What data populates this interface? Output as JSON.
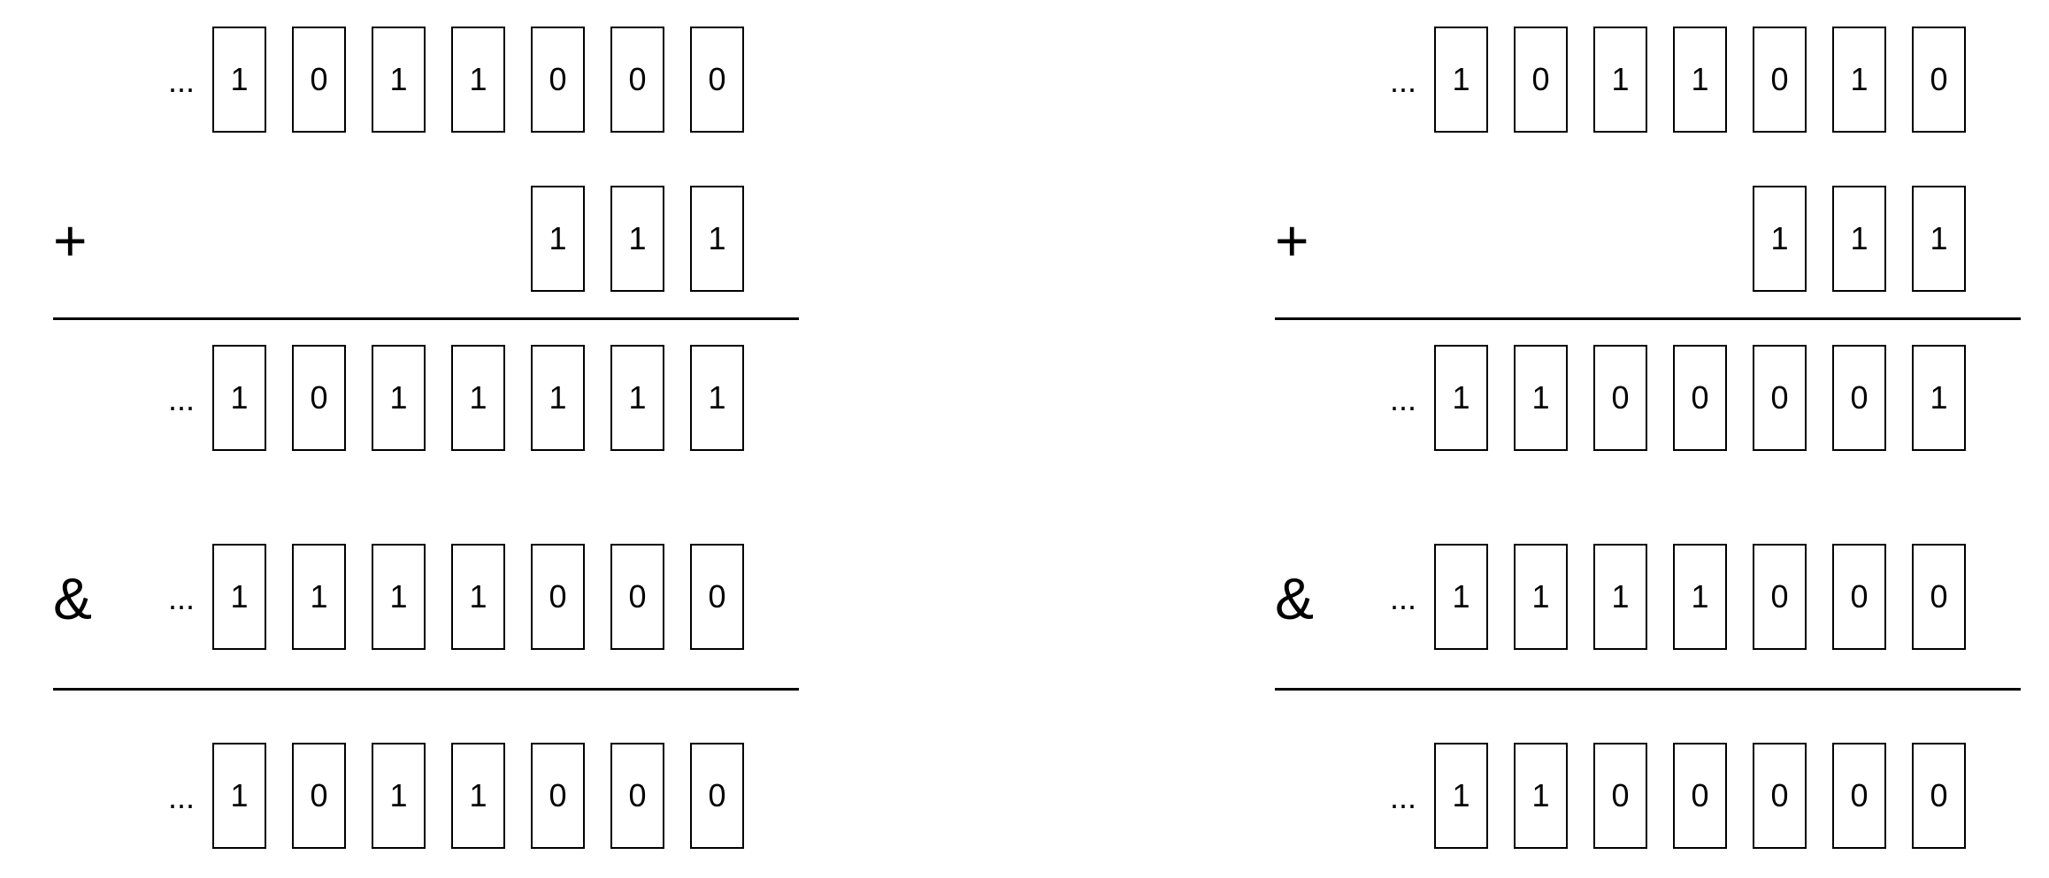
{
  "panels": [
    {
      "rows": [
        {
          "operator": "",
          "ellipsis": "...",
          "bits": [
            "1",
            "0",
            "1",
            "1",
            "0",
            "0",
            "0"
          ]
        },
        {
          "operator": "+",
          "ellipsis": "",
          "bits": [
            "",
            "",
            "",
            "",
            "1",
            "1",
            "1"
          ]
        },
        {
          "operator": "",
          "ellipsis": "...",
          "bits": [
            "1",
            "0",
            "1",
            "1",
            "1",
            "1",
            "1"
          ]
        },
        {
          "operator": "&",
          "ellipsis": "...",
          "bits": [
            "1",
            "1",
            "1",
            "1",
            "0",
            "0",
            "0"
          ]
        },
        {
          "operator": "",
          "ellipsis": "...",
          "bits": [
            "1",
            "0",
            "1",
            "1",
            "0",
            "0",
            "0"
          ]
        }
      ]
    },
    {
      "rows": [
        {
          "operator": "",
          "ellipsis": "...",
          "bits": [
            "1",
            "0",
            "1",
            "1",
            "0",
            "1",
            "0"
          ]
        },
        {
          "operator": "+",
          "ellipsis": "",
          "bits": [
            "",
            "",
            "",
            "",
            "1",
            "1",
            "1"
          ]
        },
        {
          "operator": "",
          "ellipsis": "...",
          "bits": [
            "1",
            "1",
            "0",
            "0",
            "0",
            "0",
            "1"
          ]
        },
        {
          "operator": "&",
          "ellipsis": "...",
          "bits": [
            "1",
            "1",
            "1",
            "1",
            "0",
            "0",
            "0"
          ]
        },
        {
          "operator": "",
          "ellipsis": "...",
          "bits": [
            "1",
            "1",
            "0",
            "0",
            "0",
            "0",
            "0"
          ]
        }
      ]
    }
  ]
}
